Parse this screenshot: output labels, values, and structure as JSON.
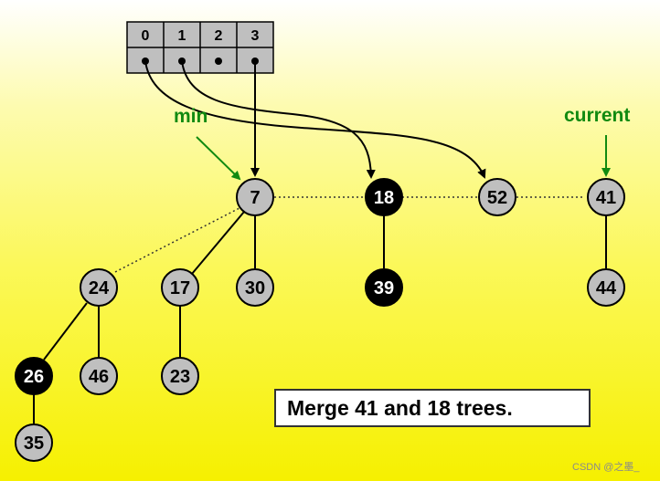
{
  "root_array": {
    "indices": [
      "0",
      "1",
      "2",
      "3"
    ]
  },
  "labels": {
    "min": "min",
    "current": "current"
  },
  "nodes": [
    {
      "id": "n7",
      "key": "7",
      "color": "gray"
    },
    {
      "id": "n18",
      "key": "18",
      "color": "black"
    },
    {
      "id": "n52",
      "key": "52",
      "color": "gray"
    },
    {
      "id": "n41",
      "key": "41",
      "color": "gray"
    },
    {
      "id": "n24",
      "key": "24",
      "color": "gray"
    },
    {
      "id": "n17",
      "key": "17",
      "color": "gray"
    },
    {
      "id": "n30",
      "key": "30",
      "color": "gray"
    },
    {
      "id": "n39",
      "key": "39",
      "color": "black"
    },
    {
      "id": "n44",
      "key": "44",
      "color": "gray"
    },
    {
      "id": "n26",
      "key": "26",
      "color": "black"
    },
    {
      "id": "n46",
      "key": "46",
      "color": "gray"
    },
    {
      "id": "n23",
      "key": "23",
      "color": "gray"
    },
    {
      "id": "n35",
      "key": "35",
      "color": "gray"
    }
  ],
  "message": "Merge 41 and 18 trees.",
  "watermark": "CSDN @之墨_",
  "colors": {
    "gray_node": "#bfbfbf",
    "black_node": "#000000",
    "green": "#118a11"
  }
}
